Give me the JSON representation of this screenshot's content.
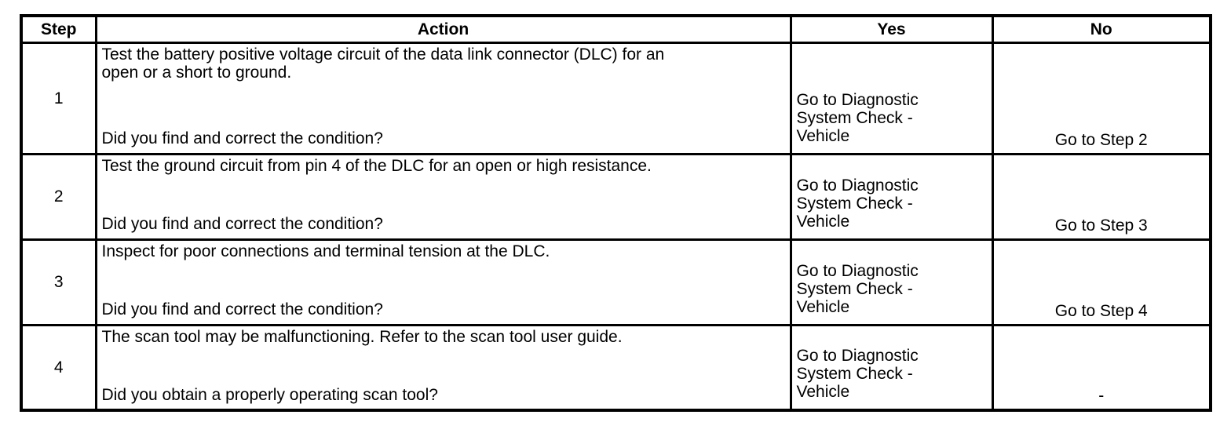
{
  "colors": {
    "border": "#000000",
    "background": "#ffffff",
    "text": "#000000"
  },
  "table": {
    "headers": {
      "step": "Step",
      "action": "Action",
      "yes": "Yes",
      "no": "No"
    },
    "rows": [
      {
        "step": "1",
        "action": "Test the battery positive voltage circuit of the data link connector (DLC) for an\nopen or a short to ground.",
        "question": "Did you find and correct the condition?",
        "yes": "Go to Diagnostic\nSystem Check -\nVehicle",
        "no": "Go to Step 2"
      },
      {
        "step": "2",
        "action": "Test the ground circuit from pin 4 of the DLC for an open or high resistance.",
        "question": "Did you find and correct the condition?",
        "yes": "Go to Diagnostic\nSystem Check -\nVehicle",
        "no": "Go to Step 3"
      },
      {
        "step": "3",
        "action": "Inspect for poor connections and terminal tension at the DLC.",
        "question": "Did you find and correct the condition?",
        "yes": "Go to Diagnostic\nSystem Check -\nVehicle",
        "no": "Go to Step 4"
      },
      {
        "step": "4",
        "action": "The scan tool may be malfunctioning. Refer to the scan tool user guide.",
        "question": "Did you obtain a properly operating scan tool?",
        "yes": "Go to Diagnostic\nSystem Check -\nVehicle",
        "no": "-"
      }
    ]
  }
}
